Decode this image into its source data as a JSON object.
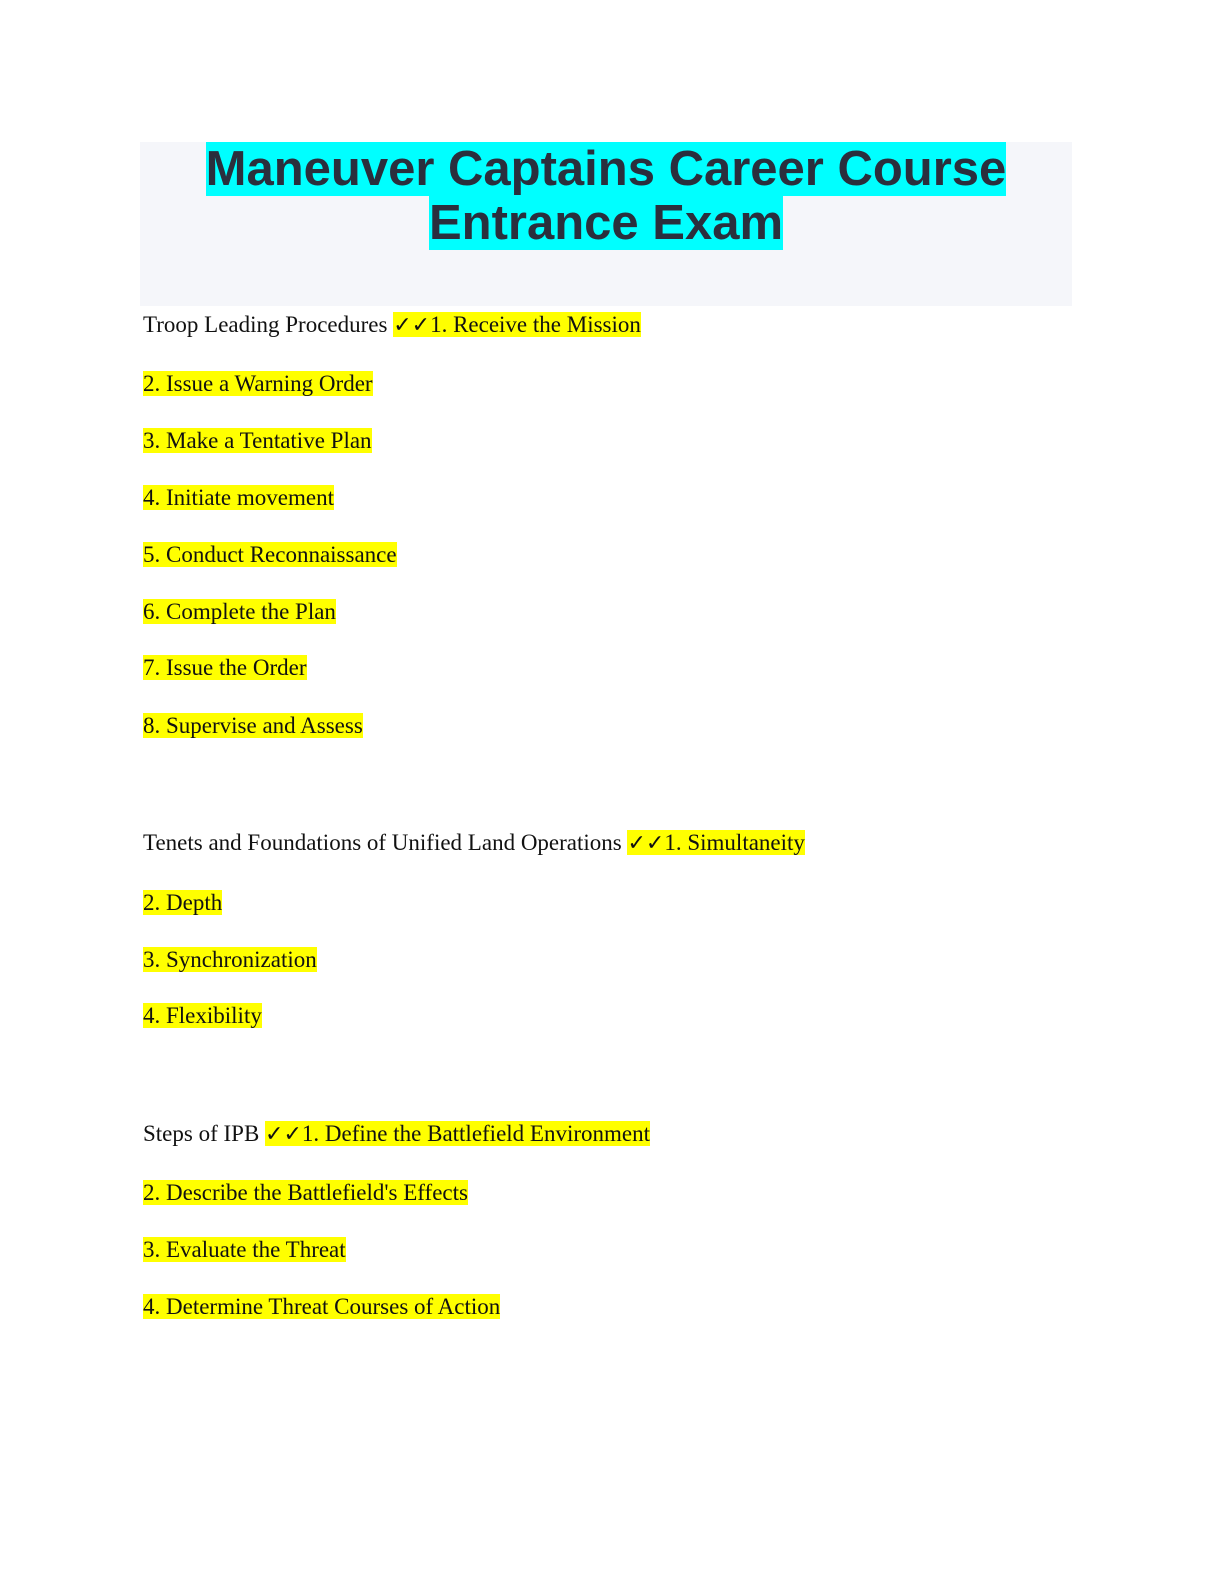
{
  "document": {
    "title_line1": "Maneuver Captains Career Course",
    "title_line2": "Entrance Exam",
    "check_marks": "✓✓",
    "highlight_colors": {
      "title": "#00ffff",
      "answers": "#ffff00"
    },
    "questions": [
      {
        "question": "Troop Leading Procedures",
        "first_answer": "1. Receive the Mission",
        "answers": [
          "2. Issue a Warning Order",
          "3. Make a Tentative Plan",
          "4. Initiate movement",
          "5. Conduct Reconnaissance",
          "6. Complete the Plan",
          "7. Issue the Order",
          "8. Supervise and Assess"
        ]
      },
      {
        "question": "Tenets and Foundations of Unified Land Operations",
        "first_answer": "1. Simultaneity",
        "answers": [
          "2. Depth",
          "3. Synchronization",
          "4. Flexibility"
        ]
      },
      {
        "question": "Steps of IPB",
        "first_answer": "1. Define the Battlefield Environment",
        "answers": [
          "2. Describe the Battlefield's Effects",
          "3. Evaluate the Threat",
          "4. Determine Threat Courses of Action"
        ]
      }
    ]
  }
}
